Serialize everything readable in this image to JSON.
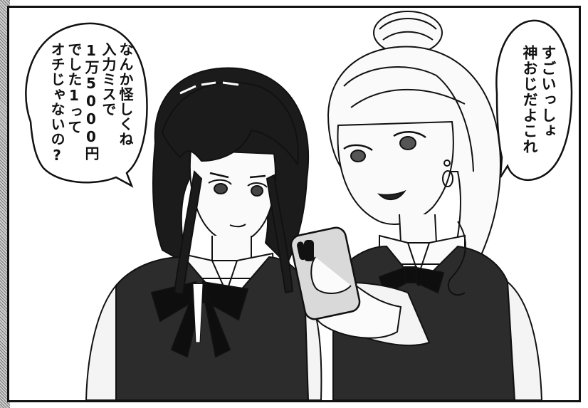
{
  "dialogue": {
    "left_bubble": {
      "lines": [
        "なんか怪しくね",
        "入力ミスで",
        "1万5000円",
        "でした1って",
        "オチじゃないの?"
      ]
    },
    "right_bubble": {
      "lines": [
        "すごいっしょ",
        "神おじだよこれ"
      ]
    }
  }
}
